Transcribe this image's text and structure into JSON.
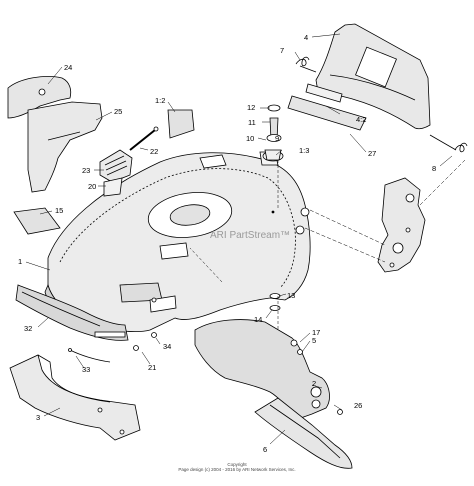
{
  "watermark": "ARI PartStream™",
  "copyright": {
    "line1": "Copyright",
    "line2": "Page design (c) 2004 - 2016 by ARI Network Services, Inc."
  },
  "callouts": {
    "c1": "1",
    "c2": "2",
    "c3": "3",
    "c4": "4",
    "c4_2": "4:2",
    "c5": "5",
    "c6": "6",
    "c7": "7",
    "c8": "8",
    "c9": "9",
    "c10": "10",
    "c11": "11",
    "c12": "12",
    "c13": "13",
    "c14": "14",
    "c15": "15",
    "c17": "17",
    "c20": "20",
    "c21": "21",
    "c22": "22",
    "c23": "23",
    "c24": "24",
    "c25": "25",
    "c26": "26",
    "c27": "27",
    "c32": "32",
    "c33": "33",
    "c34": "34",
    "c1_2": "1:2",
    "c1_3": "1:3"
  }
}
